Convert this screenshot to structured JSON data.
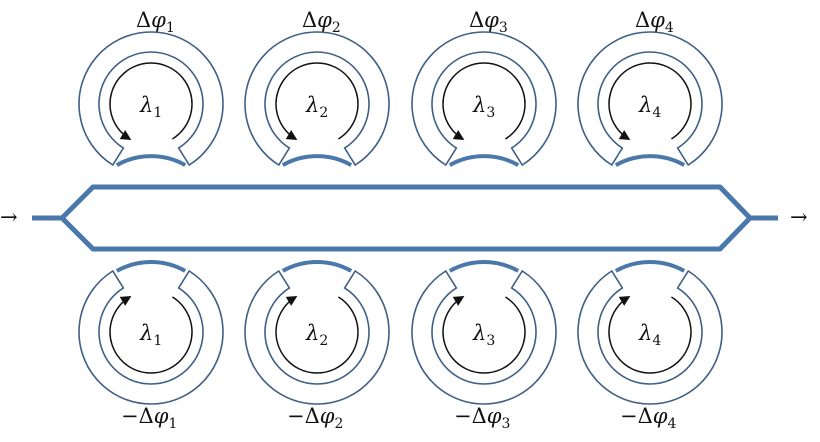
{
  "colors": {
    "waveguide": "#4a78aa",
    "ring_outline": "#3e5f86",
    "arrow": "#111111",
    "background": "#ffffff"
  },
  "input_arrow": "→",
  "output_arrow": "→",
  "rings": {
    "top": [
      {
        "phase_symbol": "Δφ",
        "phase_index": "1",
        "wavelength_symbol": "λ",
        "wavelength_index": "1"
      },
      {
        "phase_symbol": "Δφ",
        "phase_index": "2",
        "wavelength_symbol": "λ",
        "wavelength_index": "2"
      },
      {
        "phase_symbol": "Δφ",
        "phase_index": "3",
        "wavelength_symbol": "λ",
        "wavelength_index": "3"
      },
      {
        "phase_symbol": "Δφ",
        "phase_index": "4",
        "wavelength_symbol": "λ",
        "wavelength_index": "4"
      }
    ],
    "bottom": [
      {
        "phase_symbol": "−Δφ",
        "phase_index": "1",
        "wavelength_symbol": "λ",
        "wavelength_index": "1"
      },
      {
        "phase_symbol": "−Δφ",
        "phase_index": "2",
        "wavelength_symbol": "λ",
        "wavelength_index": "2"
      },
      {
        "phase_symbol": "−Δφ",
        "phase_index": "3",
        "wavelength_symbol": "λ",
        "wavelength_index": "3"
      },
      {
        "phase_symbol": "−Δφ",
        "phase_index": "4",
        "wavelength_symbol": "λ",
        "wavelength_index": "4"
      }
    ]
  }
}
